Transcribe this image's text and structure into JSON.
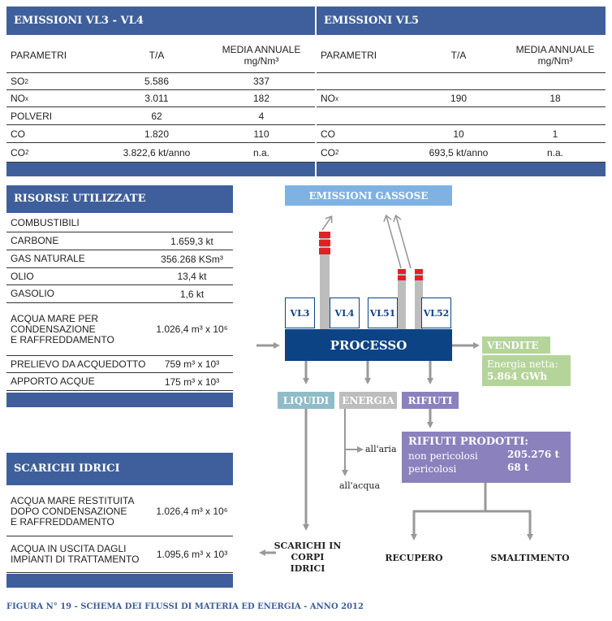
{
  "vl34": {
    "title": "EMISSIONI VL3 - VL4",
    "col_param": "PARAMETRI",
    "col_ta": "T/A",
    "col_media_1": "MEDIA ANNUALE",
    "col_media_2": "mg/Nm³",
    "rows": [
      {
        "param": "SO",
        "sub": "2",
        "ta": "5.586",
        "media": "337"
      },
      {
        "param": "NO",
        "sub": "x",
        "ta": "3.011",
        "media": "182"
      },
      {
        "param": "POLVERI",
        "sub": "",
        "ta": "62",
        "media": "4"
      },
      {
        "param": "CO",
        "sub": "",
        "ta": "1.820",
        "media": "110"
      },
      {
        "param": "CO",
        "sub": "2",
        "ta": "3.822,6 kt/anno",
        "media": "n.a."
      }
    ]
  },
  "vl5": {
    "title": "EMISSIONI VL5",
    "col_param": "PARAMETRI",
    "col_ta": "T/A",
    "col_media_1": "MEDIA ANNUALE",
    "col_media_2": "mg/Nm³",
    "rows": [
      {
        "param": "",
        "sub": "",
        "ta": "",
        "media": ""
      },
      {
        "param": "NO",
        "sub": "x",
        "ta": "190",
        "media": "18"
      },
      {
        "param": "",
        "sub": "",
        "ta": "",
        "media": ""
      },
      {
        "param": "CO",
        "sub": "",
        "ta": "10",
        "media": "1"
      },
      {
        "param": "CO",
        "sub": "2",
        "ta": "693,5 kt/anno",
        "media": "n.a."
      }
    ]
  },
  "risorse": {
    "title": "RISORSE UTILIZZATE",
    "rows": [
      {
        "label": "COMBUSTIBILI",
        "value": ""
      },
      {
        "label": "CARBONE",
        "value": "1.659,3 kt"
      },
      {
        "label": "GAS NATURALE",
        "value": "356.268 KSm³"
      },
      {
        "label": "OLIO",
        "value": "13,4 kt"
      },
      {
        "label": "GASOLIO",
        "value": "1,6 kt"
      },
      {
        "label": "ACQUA MARE PER\nCONDENSAZIONE\nE RAFFREDDAMENTO",
        "value": "1.026,4 m³ x 10⁶"
      },
      {
        "label": "PRELIEVO DA ACQUEDOTTO",
        "value": "759 m³ x 10³"
      },
      {
        "label": "APPORTO ACQUE",
        "value": "175 m³ x 10³"
      }
    ]
  },
  "scarichi": {
    "title": "SCARICHI IDRICI",
    "rows": [
      {
        "label": "ACQUA MARE RESTITUITA\nDOPO CONDENSAZIONE\nE RAFFREDDAMENTO",
        "value": "1.026,4 m³ x 10⁶"
      },
      {
        "label": "ACQUA IN USCITA DAGLI\nIMPIANTI DI TRATTAMENTO",
        "value": "1.095,6 m³ x 10³"
      }
    ]
  },
  "diagram": {
    "emissioni_gassose": "EMISSIONI GASSOSE",
    "units": [
      "VL3",
      "VL4",
      "VL51",
      "VL52"
    ],
    "processo": "PROCESSO",
    "vendite": "VENDITE",
    "energia_netta_label": "Energia netta:",
    "energia_netta_value": "5.864 GWh",
    "liquidi": "LIQUIDI",
    "energia": "ENERGIA",
    "rifiuti": "RIFIUTI",
    "all_aria": "all'aria",
    "all_acqua": "all'acqua",
    "rifiuti_prodotti_title": "RIFIUTI PRODOTTI:",
    "non_pericolosi_label": "non pericolosi",
    "non_pericolosi_value": "205.276 t",
    "pericolosi_label": "pericolosi",
    "pericolosi_value": "68 t",
    "scarichi_corpi_1": "SCARICHI IN",
    "scarichi_corpi_2": "CORPI IDRICI",
    "recupero": "RECUPERO",
    "smaltimento": "SMALTIMENTO",
    "colors": {
      "header_blue": "#3e5f9b",
      "processo": "#0b4384",
      "light_blue": "#7fb2e2",
      "green": "#b5d49a",
      "teal": "#8fbcc8",
      "gray": "#bdbdbd",
      "purple": "#8b81bd",
      "chimney_red": "#e32027"
    }
  },
  "caption": "FIGURA N° 19 - SCHEMA DEI FLUSSI DI MATERIA ED ENERGIA - ANNO 2012"
}
